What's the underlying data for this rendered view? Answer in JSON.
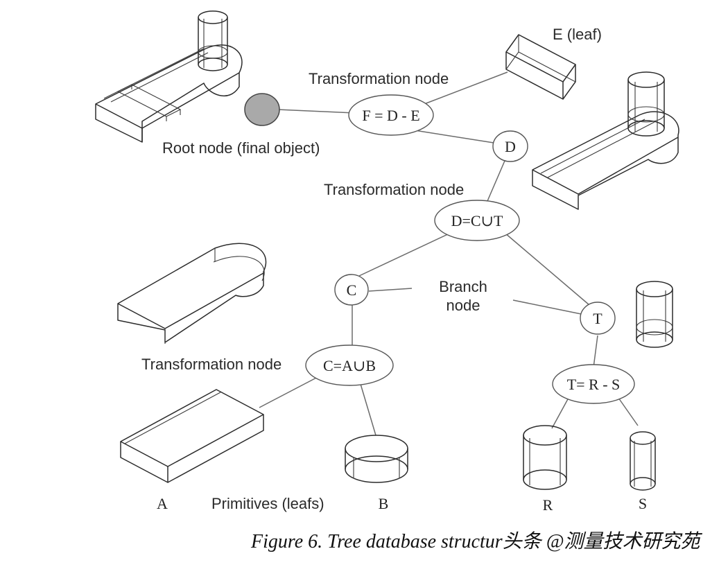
{
  "labels": {
    "leaf_e": "E (leaf)",
    "transformation_top": "Transformation node",
    "root": "Root node (final object)",
    "transformation_mid": "Transformation node",
    "branch_line1": "Branch",
    "branch_line2": "node",
    "transformation_low": "Transformation node",
    "primitives": "Primitives (leafs)",
    "leaf_a": "A",
    "leaf_b": "B",
    "leaf_r": "R",
    "leaf_s": "S"
  },
  "nodes": {
    "f": "F = D - E",
    "d": "D",
    "d_union": "D=C∪T",
    "c": "C",
    "t": "T",
    "c_union": "C=A∪B",
    "t_diff": "T= R - S"
  },
  "caption": "Figure 6. Tree database structur头条 @测量技术研究苑",
  "colors": {
    "root_fill": "#a9a9a9",
    "line": "#6b6b6b"
  }
}
